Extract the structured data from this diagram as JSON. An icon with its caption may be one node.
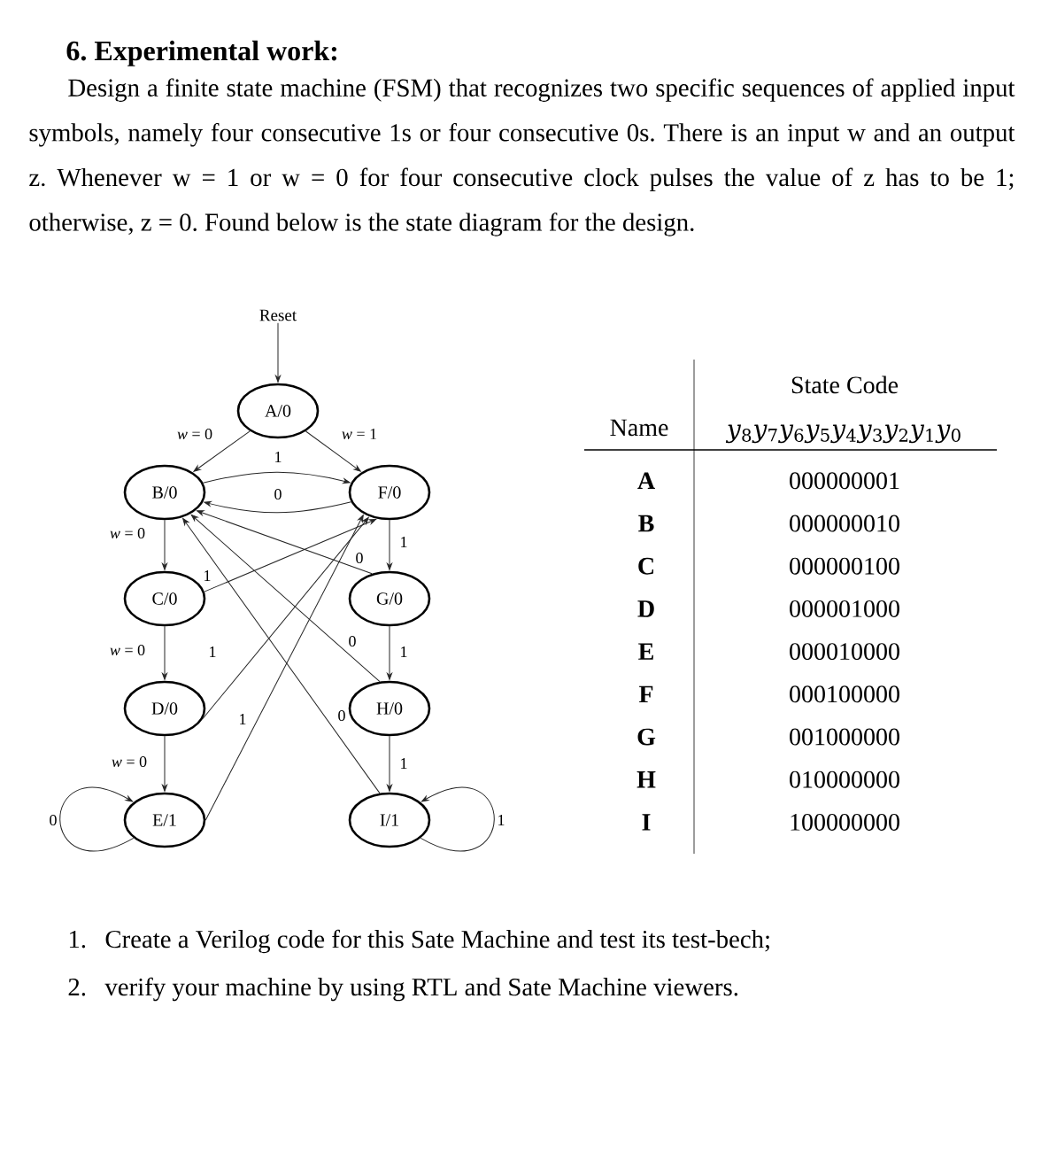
{
  "diagram": {
    "title": "6. Experimental work:",
    "nodes": [
      {
        "text": [
          "Reset"
        ]
      },
      {
        "text": [
          "A/0"
        ]
      },
      {
        "text": [
          "B/0"
        ]
      },
      {
        "text": [
          "F/0"
        ]
      },
      {
        "text": [
          "C/0"
        ]
      },
      {
        "text": [
          "G/0"
        ]
      },
      {
        "text": [
          "D/0"
        ]
      },
      {
        "text": [
          "H/0"
        ]
      },
      {
        "text": [
          "E/1"
        ]
      },
      {
        "text": [
          "I/1"
        ]
      }
    ],
    "edges": [
      {
        "from": 0,
        "to": 1,
        "arrow": "to"
      },
      {
        "from": 1,
        "to": 2,
        "arrow": "to",
        "label": "*w* = 0"
      },
      {
        "from": 1,
        "to": 3,
        "arrow": "to",
        "label": "*w* = 1"
      },
      {
        "from": 2,
        "to": 3,
        "arrow": "to",
        "label": "1"
      },
      {
        "from": 3,
        "to": 2,
        "arrow": "to",
        "label": "0"
      },
      {
        "from": 2,
        "to": 4,
        "arrow": "to",
        "label": "*w* = 0"
      },
      {
        "from": 3,
        "to": 5,
        "arrow": "to",
        "label": "1"
      },
      {
        "from": 4,
        "to": 3,
        "arrow": "to",
        "label": "1"
      },
      {
        "from": 5,
        "to": 2,
        "arrow": "to",
        "label": "0"
      },
      {
        "from": 4,
        "to": 6,
        "arrow": "to",
        "label": "*w* = 0"
      },
      {
        "from": 5,
        "to": 7,
        "arrow": "to",
        "label": "1"
      },
      {
        "from": 6,
        "to": 3,
        "arrow": "to",
        "label": "1"
      },
      {
        "from": 7,
        "to": 2,
        "arrow": "to",
        "label": "0"
      },
      {
        "from": 6,
        "to": 8,
        "arrow": "to",
        "label": "*w* = 0"
      },
      {
        "from": 7,
        "to": 9,
        "arrow": "to",
        "label": "1"
      },
      {
        "from": 8,
        "to": 3,
        "arrow": "to",
        "label": "1"
      },
      {
        "from": 9,
        "to": 2,
        "arrow": "to",
        "label": "0"
      },
      {
        "from": 8,
        "to": 8,
        "arrow": "to",
        "label": "0"
      },
      {
        "from": 9,
        "to": 9,
        "arrow": "to",
        "label": "1"
      }
    ],
    "labels": [
      "Design a finite state machine (FSM) that recognizes two specific sequences of applied input symbols, namely four consecutive 1s or four consecutive 0s. There is an input w and an output z. Whenever w = 1 or w = 0 for four consecutive clock pulses the value of z has to be 1; otherwise, z = 0. Found below is the state diagram for the design.",
      "State Code",
      "Name",
      "*y*$_{8}$*y*$_{7}$*y*$_{6}$*y*$_{5}$*y*$_{4}$*y*$_{3}$*y*$_{2}$*y*$_{1}$*y*$_{0}$",
      "A",
      "000000001",
      "B",
      "000000010",
      "C",
      "000000100",
      "D",
      "000001000",
      "E",
      "000010000",
      "F",
      "000100000",
      "G",
      "001000000",
      "H",
      "010000000",
      "I",
      "100000000",
      "1.",
      "Create a Verilog code for this Sate Machine and test its test-bech;",
      "2.",
      "verify your machine by using RTL and Sate Machine viewers."
    ]
  }
}
